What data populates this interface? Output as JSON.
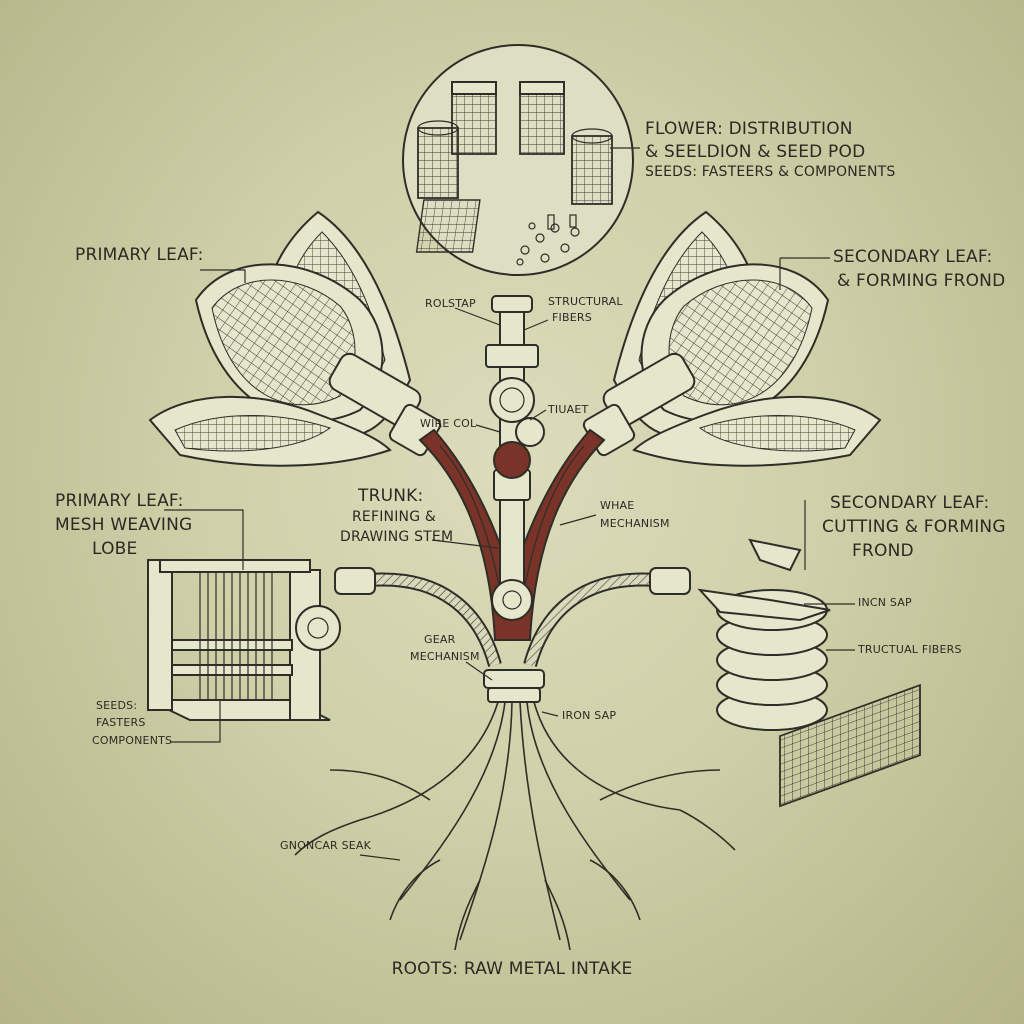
{
  "labels": {
    "flower_title": "FLOWER: DISTRIBUTION",
    "flower_sub": "& SEELDION & SEED POD",
    "flower_seeds": "SEEDS: FASTEERS & COMPONENTS",
    "primary_leaf_top": "PRIMARY LEAF:",
    "secondary_leaf_top_1": "SECONDARY LEAF:",
    "secondary_leaf_top_2": "& FORMING FROND",
    "rolstap": "ROLSTAP",
    "structural_1": "STRUCTURAL",
    "structural_2": "FIBERS",
    "wire_col": "WIRE COL",
    "tiuaet": "TIUAET",
    "trunk_title": "TRUNK:",
    "trunk_l1": "REFINING &",
    "trunk_l2": "DRAWING STEM",
    "whae_1": "WHAE",
    "whae_2": "MECHANISM",
    "primary_leaf_l1": "PRIMARY LEAF:",
    "primary_leaf_l2": "MESH WEAVING",
    "primary_leaf_l3": "LOBE",
    "secondary_leaf_l1": "SECONDARY LEAF:",
    "secondary_leaf_l2": "CUTTING & FORMING",
    "secondary_leaf_l3": "FROND",
    "incn_sap": "INCN SAP",
    "tructual_fibers": "TRUCTUAL FIBERS",
    "gear_1": "GEAR",
    "gear_2": "MECHANISM",
    "iron_sap": "IRON SAP",
    "seeds_l1": "SEEDS:",
    "seeds_l2": "FASTERS",
    "seeds_l3": "COMPONENTS",
    "gnoncar": "GNONCAR SEAK",
    "roots": "ROOTS: RAW METAL INTAKE"
  },
  "colors": {
    "background": "#cfcfa8",
    "ink": "#2e2e28",
    "accent": "#7a3328"
  }
}
